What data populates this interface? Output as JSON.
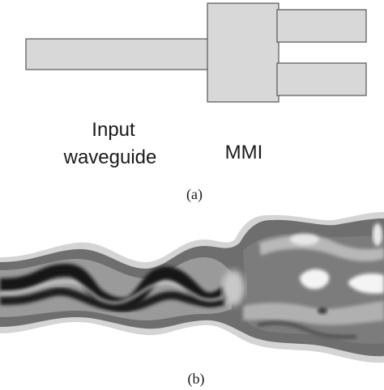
{
  "panel_a": {
    "caption": "(a)",
    "input_label_line1": "Input",
    "input_label_line2": "waveguide",
    "mmi_label": "MMI"
  },
  "panel_b": {
    "caption": "(b)"
  },
  "colors": {
    "block_fill": "#d8d8d8",
    "block_stroke": "#555555",
    "field_background": "#6e6e6e",
    "field_bright": "#f2f2f2",
    "field_dark": "#111111"
  }
}
